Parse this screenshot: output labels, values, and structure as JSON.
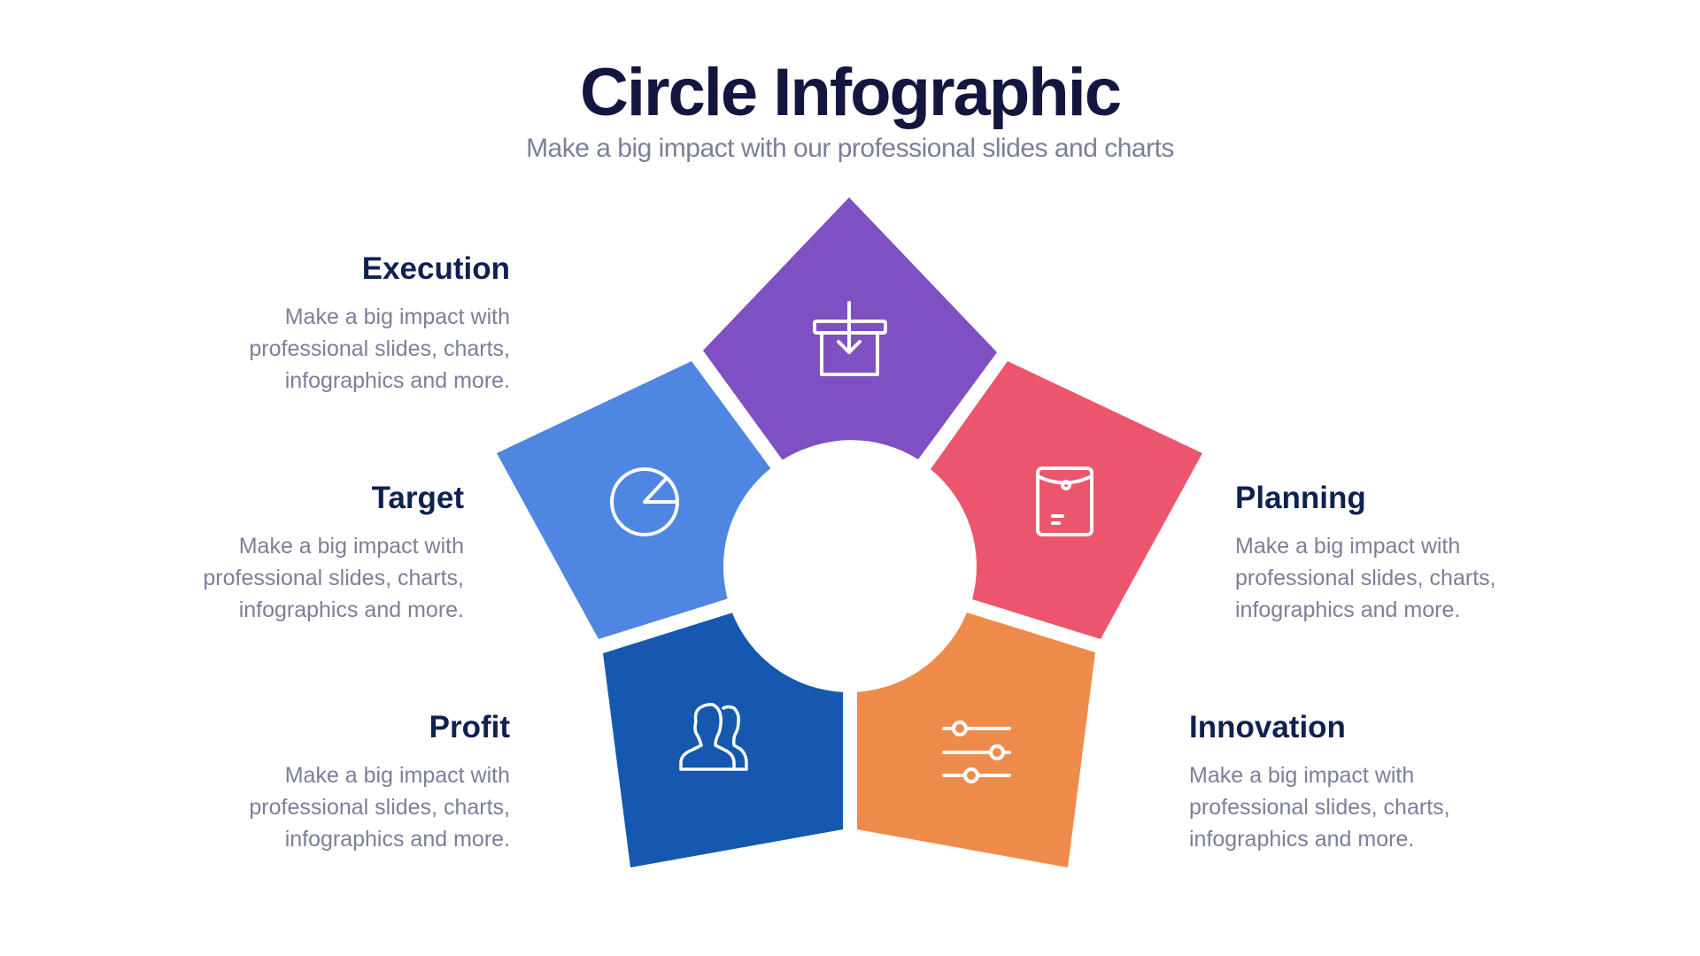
{
  "header": {
    "title": "Circle Infographic",
    "subtitle": "Make a big impact with our professional slides and charts"
  },
  "colors": {
    "execution": "#7e50c2",
    "target": "#4e86e2",
    "planning": "#ec566d",
    "profit": "#1458b0",
    "innovation": "#ef8b4a",
    "heading": "#0f2150",
    "title": "#13163f",
    "body": "#7b7f98"
  },
  "items": [
    {
      "id": "execution",
      "heading": "Execution",
      "body": [
        "Make a big impact with",
        "professional slides, charts,",
        "infographics and more."
      ],
      "icon": "box-download-icon",
      "color": "#7e50c2"
    },
    {
      "id": "target",
      "heading": "Target",
      "body": [
        "Make a big impact with",
        "professional slides, charts,",
        "infographics and more."
      ],
      "icon": "pie-chart-icon",
      "color": "#4e86e2"
    },
    {
      "id": "planning",
      "heading": "Planning",
      "body": [
        "Make a big impact with",
        "professional slides, charts,",
        "infographics and more."
      ],
      "icon": "envelope-document-icon",
      "color": "#ec566d"
    },
    {
      "id": "profit",
      "heading": "Profit",
      "body": [
        "Make a big impact with",
        "professional slides, charts,",
        "infographics and more."
      ],
      "icon": "users-icon",
      "color": "#1458b0"
    },
    {
      "id": "innovation",
      "heading": "Innovation",
      "body": [
        "Make a big impact with",
        "professional slides, charts,",
        "infographics and more."
      ],
      "icon": "sliders-icon",
      "color": "#ef8b4a"
    }
  ]
}
